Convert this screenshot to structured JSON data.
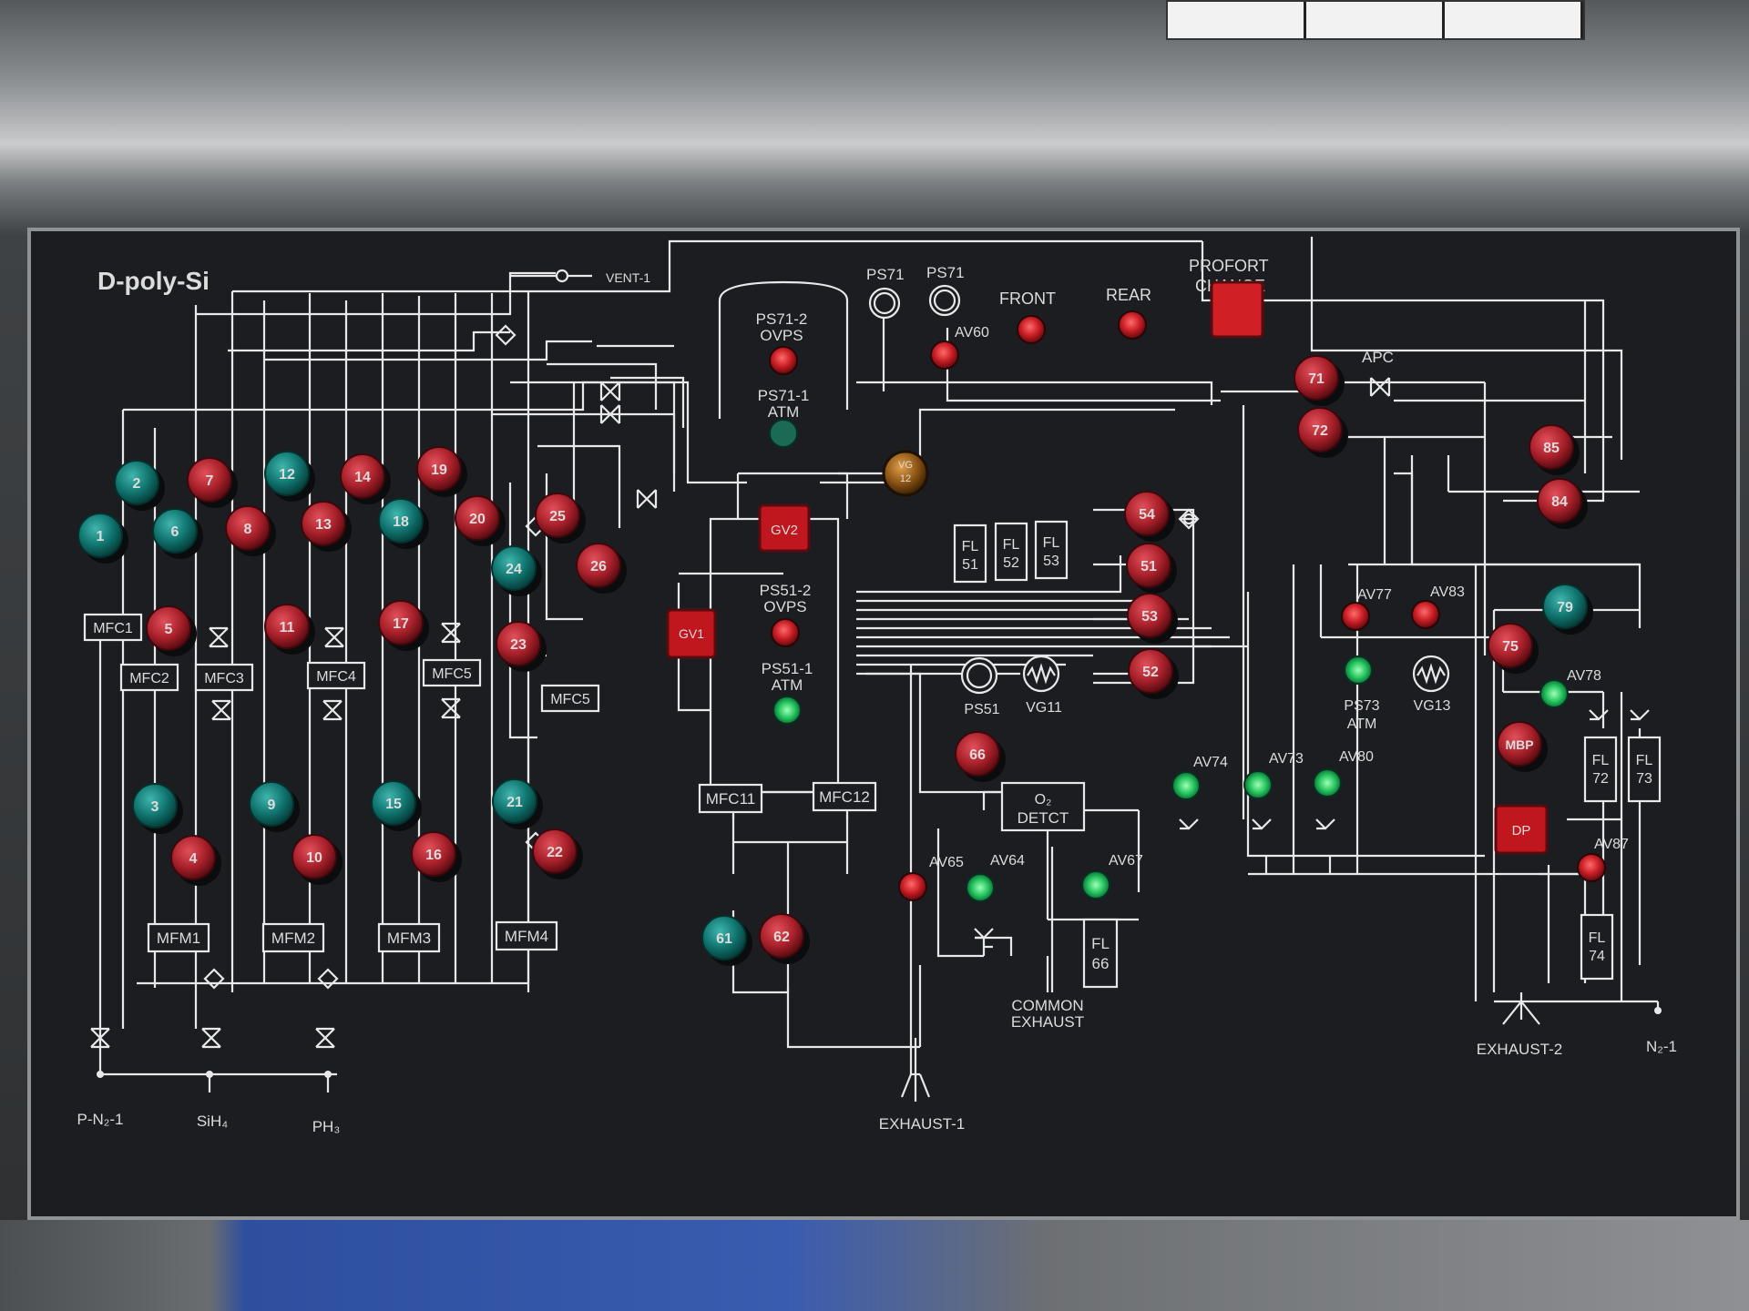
{
  "panel": {
    "title": "D-poly-Si",
    "vent_label": "VENT-1",
    "bottom_labels": {
      "p_n2": "P-N₂-1",
      "sih4": "SiH₄",
      "ph3": "PH₃",
      "exhaust1": "EXHAUST-1",
      "exhaust2": "EXHAUST-2",
      "n2": "N₂-1",
      "common_exhaust_1": "COMMON",
      "common_exhaust_2": "EXHAUST"
    },
    "text_labels": {
      "ps71_a": "PS71",
      "ps71_b": "PS71",
      "front": "FRONT",
      "rear": "REAR",
      "profort_1": "PROFORT",
      "profort_2": "CHANGE",
      "av60": "AV60",
      "apc": "APC",
      "ps71_2_a": "PS71-2",
      "ps71_2_b": "OVPS",
      "ps71_1_a": "PS71-1",
      "ps71_1_b": "ATM",
      "ps51_2_a": "PS51-2",
      "ps51_2_b": "OVPS",
      "ps51_1_a": "PS51-1",
      "ps51_1_b": "ATM",
      "ps51": "PS51",
      "vg11": "VG11",
      "vg13": "VG13",
      "ps73_a": "PS73",
      "ps73_b": "ATM",
      "av77": "AV77",
      "av83": "AV83",
      "av78": "AV78",
      "av74": "AV74",
      "av73": "AV73",
      "av80": "AV80",
      "av65": "AV65",
      "av64": "AV64",
      "av67": "AV67",
      "av87": "AV87",
      "o2_a": "O₂",
      "o2_b": "DETCT"
    },
    "boxes": {
      "mfc1": "MFC1",
      "mfc2": "MFC2",
      "mfc3": "MFC3",
      "mfc4": "MFC4",
      "mfc5a": "MFC5",
      "mfc5b": "MFC5",
      "mfc11": "MFC11",
      "mfc12": "MFC12",
      "mfm1": "MFM1",
      "mfm2": "MFM2",
      "mfm3": "MFM3",
      "mfm4": "MFM4"
    },
    "filters": {
      "fl51_a": "FL",
      "fl51_b": "51",
      "fl52_a": "FL",
      "fl52_b": "52",
      "fl53_a": "FL",
      "fl53_b": "53",
      "fl66_a": "FL",
      "fl66_b": "66",
      "fl72_a": "FL",
      "fl72_b": "72",
      "fl73_a": "FL",
      "fl73_b": "73",
      "fl74_a": "FL",
      "fl74_b": "74"
    },
    "square_buttons": {
      "gv1": "GV1",
      "gv2": "GV2",
      "dp": "DP"
    },
    "vg12_a": "VG",
    "vg12_b": "12",
    "buttons": {
      "b1": "1",
      "b2": "2",
      "b3": "3",
      "b4": "4",
      "b5": "5",
      "b6": "6",
      "b7": "7",
      "b8": "8",
      "b9": "9",
      "b10": "10",
      "b11": "11",
      "b12": "12",
      "b13": "13",
      "b14": "14",
      "b15": "15",
      "b16": "16",
      "b17": "17",
      "b18": "18",
      "b19": "19",
      "b20": "20",
      "b21": "21",
      "b22": "22",
      "b23": "23",
      "b24": "24",
      "b25": "25",
      "b26": "26",
      "b51": "51",
      "b52": "52",
      "b53": "53",
      "b54": "54",
      "b61": "61",
      "b62": "62",
      "b66": "66",
      "b71": "71",
      "b72": "72",
      "b75": "75",
      "b79": "79",
      "b84": "84",
      "b85": "85",
      "mbp": "MBP"
    },
    "colors": {
      "red_button": "#b3202b",
      "teal_button": "#117f7a",
      "lamp_green": "#2fd06a",
      "lamp_red": "#d4242a",
      "line": "#e8e8e8",
      "panel_bg": "#1b1d21"
    }
  }
}
